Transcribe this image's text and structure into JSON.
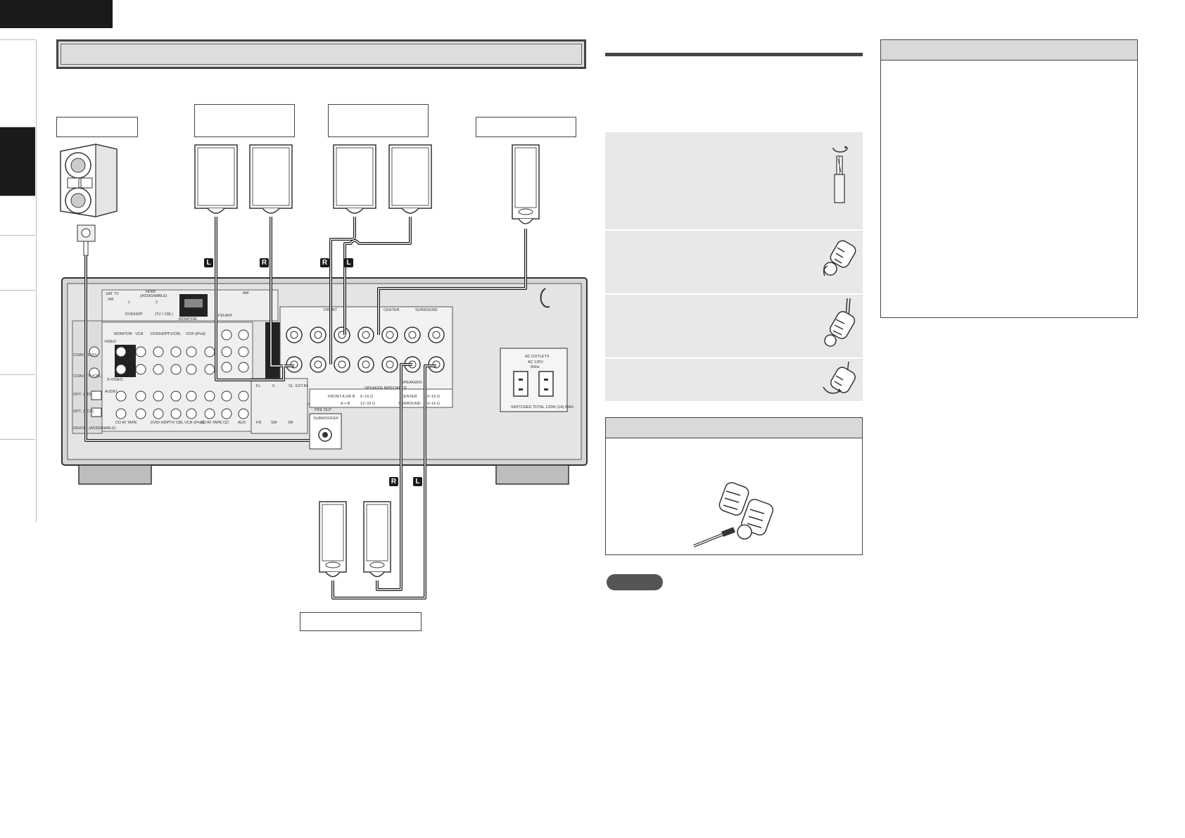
{
  "badges": {
    "front_left": "L",
    "front_right": "R",
    "surround_right_top": "R",
    "surround_left_top": "L",
    "surround_back_right": "R",
    "surround_back_left": "L"
  },
  "receiver_labels": {
    "sat_tv": "SAT TV",
    "xm": "XM",
    "hdmi": "HDMI",
    "assignable": "(ASSIGNABLE)",
    "hdmi_1": "1",
    "hdmi_2": "2",
    "dvd_hdp": "DVD/HDP",
    "tv_cbl": "(TV / CBL)",
    "monitor_out": "MONITOR",
    "am": "AM",
    "fm_ant": "FM ANT",
    "front": "FRONT",
    "center": "CENTER",
    "surround": "SURROUND",
    "speakers": "SPEAKERS",
    "speaker_impedance": "SPEAKER IMPEDANCE",
    "front_a_or_b": "FRONT A OR B",
    "front_a_or_b_val": "6~16 Ω",
    "a_plus_b": "A + B",
    "a_plus_b_val": "12~16 Ω",
    "center_imp": "CENTER",
    "center_imp_val": "6~16 Ω",
    "surround_imp": "SURROUND",
    "surround_imp_val": "6~16 Ω",
    "monitor": "MONITOR",
    "vcr": "VCR",
    "tv_cbl2": "TV/CBL",
    "vcr_ipod": "VCR (iPod)",
    "video": "VIDEO",
    "s_video": "S-VIDEO",
    "audio": "AUDIO",
    "cd_tape": "CD-R/ TAPE",
    "dvd_hdp2": "DVD/ HDP",
    "tv_cbl3": "TV/ CBL",
    "vcr_ipod2": "VCR (iPod)",
    "cd_tape2": "CD-R/ TAPE",
    "cd": "CD",
    "aux": "AUX",
    "fl": "FL",
    "c": "C",
    "sl": "SL",
    "fr": "FR",
    "sw": "SW",
    "sr": "SR",
    "ext_in": "EXT.IN",
    "pre_out": "PRE OUT",
    "subwoofer": "SUBWOOFER",
    "optical_cd": "OPT. (CD)",
    "optical_vcr": "OPT. (VCR)",
    "coax_dvd": "COAX. (DVD)",
    "coax_tv": "COAX. (TV/CBL)",
    "digital": "DIGITAL (ASSIGNABLE)",
    "ac_outlets": "AC OUTLETS",
    "ac_120v": "AC 120V",
    "ac_hz": "60Hz",
    "switched": "SWITCHED  TOTAL 120W (1A) MAX."
  }
}
